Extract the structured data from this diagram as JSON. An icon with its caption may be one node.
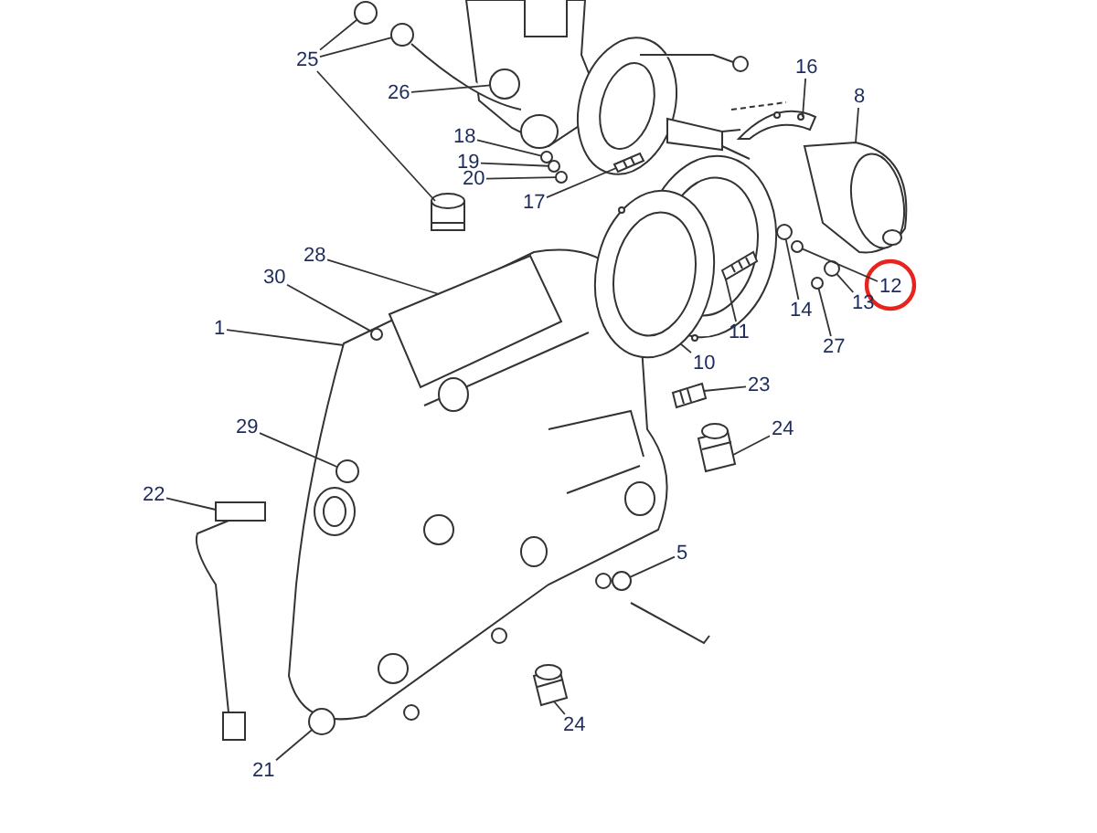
{
  "diagram": {
    "nodes": [
      {
        "text": [
          "25"
        ]
      },
      {
        "text": [
          "26"
        ]
      },
      {
        "text": [
          "16"
        ]
      },
      {
        "text": [
          "8"
        ]
      },
      {
        "text": [
          "18"
        ]
      },
      {
        "text": [
          "19"
        ]
      },
      {
        "text": [
          "20"
        ]
      },
      {
        "text": [
          "17"
        ]
      },
      {
        "text": [
          "28"
        ]
      },
      {
        "text": [
          "30"
        ]
      },
      {
        "text": [
          "12"
        ]
      },
      {
        "text": [
          "14"
        ]
      },
      {
        "text": [
          "13"
        ]
      },
      {
        "text": [
          "1"
        ]
      },
      {
        "text": [
          "11"
        ]
      },
      {
        "text": [
          "27"
        ]
      },
      {
        "text": [
          "10"
        ]
      },
      {
        "text": [
          "23"
        ]
      },
      {
        "text": [
          "24"
        ]
      },
      {
        "text": [
          "29"
        ]
      },
      {
        "text": [
          "22"
        ]
      },
      {
        "text": [
          "5"
        ]
      },
      {
        "text": [
          "24"
        ]
      },
      {
        "text": [
          "21"
        ]
      },
      {
        "text": [],
        "shape": "picture"
      },
      {
        "text": [],
        "shape": "circle"
      },
      {
        "text": [],
        "shape": "circle"
      },
      {
        "text": [],
        "shape": "cylinder"
      },
      {
        "text": [],
        "shape": "circle"
      },
      {
        "text": [],
        "shape": "picture"
      },
      {
        "text": [],
        "shape": "picture"
      },
      {
        "text": [],
        "shape": "circle"
      },
      {
        "text": [],
        "shape": "circle"
      },
      {
        "text": [],
        "shape": "circle"
      },
      {
        "text": [],
        "shape": "picture"
      },
      {
        "text": [],
        "shape": "box",
        "in": 24
      },
      {
        "text": [],
        "shape": "circle",
        "in": 24
      },
      {
        "text": [],
        "shape": "circle"
      },
      {
        "text": [],
        "shape": "circle"
      },
      {
        "text": [],
        "shape": "circle"
      },
      {
        "text": [],
        "shape": "picture"
      },
      {
        "text": [],
        "shape": "circle"
      },
      {
        "text": [],
        "shape": "picture"
      },
      {
        "text": [],
        "shape": "picture"
      },
      {
        "text": [],
        "shape": "picture"
      },
      {
        "text": [],
        "shape": "circle",
        "in": 24
      },
      {
        "text": [],
        "shape": "picture"
      },
      {
        "text": [],
        "shape": "circle"
      },
      {
        "text": [],
        "shape": "picture"
      },
      {
        "text": [],
        "shape": "circle"
      }
    ],
    "edges": [
      {
        "from": 0,
        "to": 25,
        "arrow": "none"
      },
      {
        "from": 0,
        "to": 26,
        "arrow": "none"
      },
      {
        "from": 0,
        "to": 27,
        "arrow": "none"
      },
      {
        "from": 1,
        "to": 28,
        "arrow": "none"
      },
      {
        "from": 2,
        "to": 29,
        "arrow": "none"
      },
      {
        "from": 3,
        "to": 30,
        "arrow": "none"
      },
      {
        "from": 4,
        "to": 31,
        "arrow": "none"
      },
      {
        "from": 5,
        "to": 32,
        "arrow": "none"
      },
      {
        "from": 6,
        "to": 33,
        "arrow": "none"
      },
      {
        "from": 7,
        "to": 34,
        "arrow": "none"
      },
      {
        "from": 8,
        "to": 35,
        "arrow": "none"
      },
      {
        "from": 9,
        "to": 36,
        "arrow": "none"
      },
      {
        "from": 10,
        "to": 37,
        "arrow": "none"
      },
      {
        "from": 11,
        "to": 38,
        "arrow": "none"
      },
      {
        "from": 12,
        "to": 39,
        "arrow": "none"
      },
      {
        "from": 13,
        "to": 24,
        "arrow": "none"
      },
      {
        "from": 14,
        "to": 40,
        "arrow": "none"
      },
      {
        "from": 15,
        "to": 41,
        "arrow": "none"
      },
      {
        "from": 16,
        "to": 42,
        "arrow": "none"
      },
      {
        "from": 17,
        "to": 43,
        "arrow": "none"
      },
      {
        "from": 18,
        "to": 44,
        "arrow": "none"
      },
      {
        "from": 19,
        "to": 45,
        "arrow": "none"
      },
      {
        "from": 20,
        "to": 46,
        "arrow": "none"
      },
      {
        "from": 21,
        "to": 47,
        "arrow": "none"
      },
      {
        "from": 22,
        "to": 48,
        "arrow": "none"
      },
      {
        "from": 23,
        "to": 49,
        "arrow": "none"
      }
    ]
  }
}
